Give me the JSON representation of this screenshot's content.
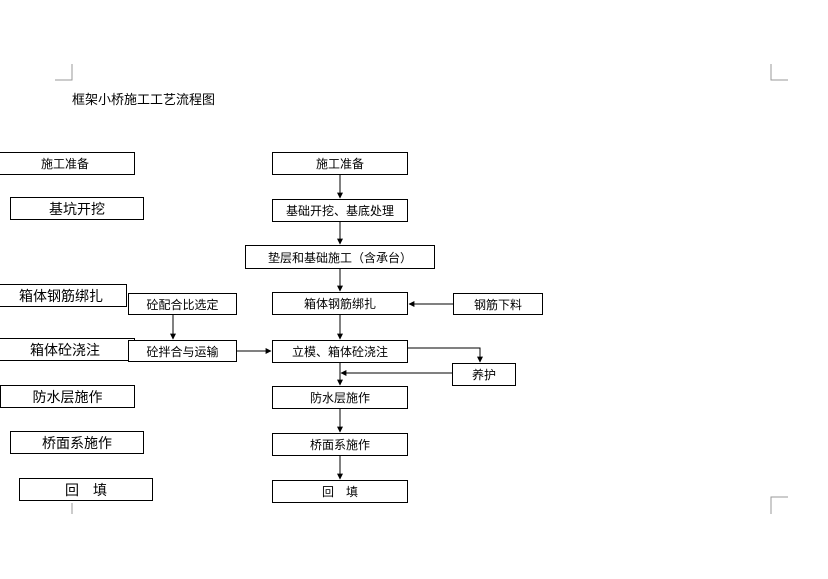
{
  "title": "框架小桥施工工艺流程图",
  "left_column": [
    "施工准备",
    "基坑开挖",
    "箱体钢筋绑扎",
    "箱体砼浇注",
    "防水层施作",
    "桥面系施作",
    "回　填"
  ],
  "main_flow": [
    "施工准备",
    "基础开挖、基底处理",
    "垫层和基础施工（含承台）",
    "箱体钢筋绑扎",
    "立模、箱体砼浇注",
    "防水层施作",
    "桥面系施作",
    "回　填"
  ],
  "side": {
    "concrete_ratio": "砼配合比选定",
    "concrete_mix": "砼拌合与运输",
    "rebar_cut": "钢筋下料",
    "curing": "养护"
  }
}
